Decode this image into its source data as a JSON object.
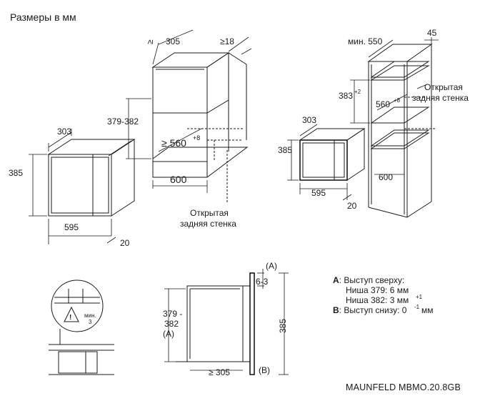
{
  "title": "Размеры в мм",
  "model": "MAUNFELD MBMO.20.8GB",
  "open_back_wall": "Открытая задняя стенка",
  "open_back_wall_line1": "Открытая",
  "open_back_wall_line2": "задняя стенка",
  "dims": {
    "appliance_depth": "303",
    "appliance_height": "385",
    "appliance_width": "595",
    "front_depth": "20",
    "cab_top_width_sym": "≥",
    "cab_top_width": "305",
    "cab_side_min": "≥18",
    "niche_height": "379-382",
    "niche_depth": "≥ 560",
    "niche_depth_tol": "+8",
    "niche_width": "600",
    "tall_min_label": "мин. 550",
    "tall_side": "45",
    "tall_niche_height": "383",
    "tall_niche_height_tol": "+2",
    "tall_niche_depth": "560",
    "tall_niche_depth_tol": "+8",
    "tall_niche_width": "600",
    "app2_depth": "303",
    "app2_height": "385",
    "app2_width": "595",
    "app2_front": "20",
    "detail_min": "мин.",
    "detail_min_val": "3",
    "sec_height_a": "379 -",
    "sec_height_b": "382",
    "sec_height_mark": "(A)",
    "sec_depth": "≥ 305",
    "sec_top_gap": "6-3",
    "sec_total": "385",
    "mark_a": "(A)",
    "mark_b": "(B)"
  },
  "legend": {
    "a_label": "A",
    "a_text": ": Выступ сверху:",
    "a_line1": "Ниша 379: 6 мм",
    "a_line2": "Ниша 382: 3 мм",
    "a_line2_tol": "+1",
    "b_label": "B",
    "b_text": ": Выступ снизу:  0",
    "b_unit": "мм",
    "b_tol": "-1"
  }
}
